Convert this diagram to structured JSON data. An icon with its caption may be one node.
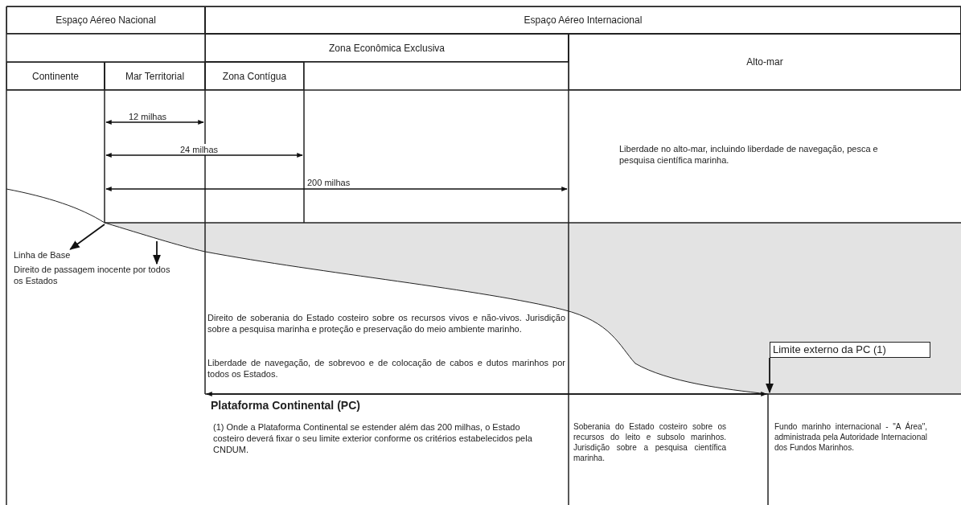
{
  "diagram": {
    "nodes": [
      {
        "text": [
          "Espaço Aéreo Nacional"
        ]
      },
      {
        "text": [
          "Espaço Aéreo Internacional"
        ]
      },
      {
        "text": [
          "Zona Econômica Exclusiva"
        ]
      },
      {
        "text": [
          "Alto-mar"
        ]
      },
      {
        "text": [
          "Continente"
        ]
      },
      {
        "text": [
          "Mar Territorial"
        ]
      },
      {
        "text": [
          "Zona Contígua"
        ]
      },
      {
        "text": [
          "Linha de Base"
        ]
      },
      {
        "text": [
          "Direito de passagem inocente por todos os Estados"
        ]
      },
      {
        "text": [
          "Limite externo da PC (1)"
        ]
      }
    ],
    "edges": [
      {
        "from": null,
        "to": 7,
        "arrow": "to"
      },
      {
        "from": null,
        "to": 8,
        "arrow": "to"
      },
      {
        "from": 9,
        "to": null,
        "arrow": "to"
      }
    ],
    "labels": [
      "12 milhas",
      "24 milhas",
      "200 milhas",
      "Liberdade no alto-mar, incluindo liberdade de navegação, pesca e pesquisa científica marinha.",
      "Direito de soberania do Estado costeiro sobre os recursos vivos e não-vivos. Jurisdição sobre a pesquisa marinha e proteção e preservação do meio ambiente marinho.",
      "Liberdade de navegação, de sobrevoo e de colocação de cabos e dutos marinhos por todos os Estados.",
      "Plataforma Continental (PC)",
      "(1) Onde a Plataforma Continental se estender além das 200 milhas, o Estado costeiro deverá fixar o seu limite exterior conforme os critérios estabelecidos pela CNDUM.",
      "Soberania do Estado costeiro sobre os recursos do leito e subsolo marinhos. Jurisdição sobre a pesquisa científica marinha.",
      "Fundo marinho internacional - \"A Área\", administrada pela Autoridade Internacional dos Fundos Marinhos."
    ]
  }
}
